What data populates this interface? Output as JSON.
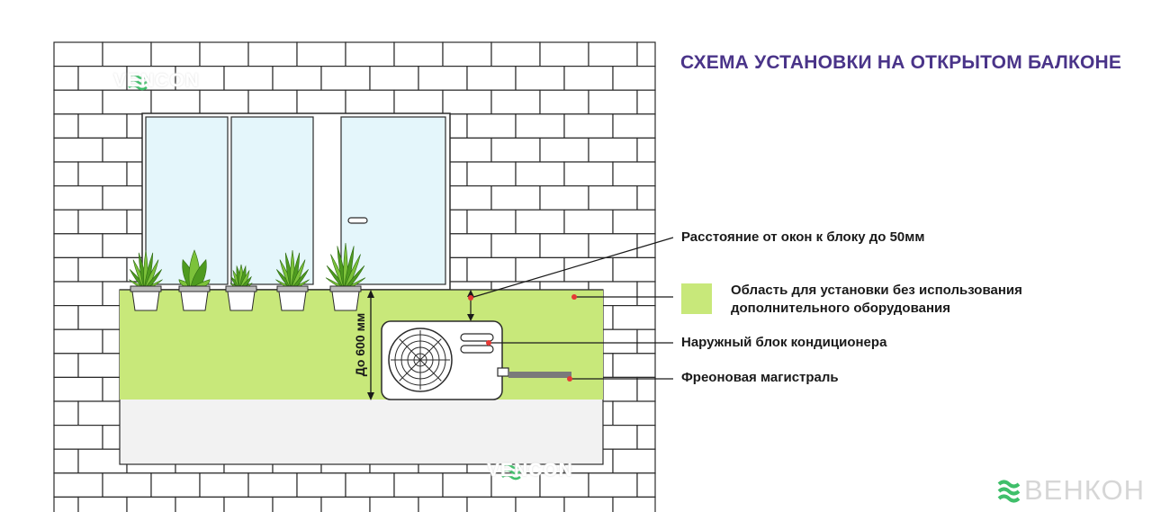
{
  "title": "СХЕМА УСТАНОВКИ НА ОТКРЫТОМ БАЛКОНЕ",
  "dimension_label": "До 600 мм",
  "callouts": {
    "distance": "Расстояние от окон к блоку до 50мм",
    "legend_line1": "Область для установки без использования",
    "legend_line2": "дополнительного оборудования",
    "outdoor_unit": "Наружный блок кондиционера",
    "freon_line": "Фреоновая магистраль"
  },
  "watermark": "VENCON",
  "brand": {
    "name": "ВЕНКОН",
    "icon": "brand-waves-icon"
  },
  "colors": {
    "title": "#4a3489",
    "install_area": "#c8e87a",
    "leader_dot": "#e53935",
    "brick_stroke": "#2b2b2b",
    "glass": "#e4f6fb",
    "brand_mark": "#3fbf6a"
  }
}
